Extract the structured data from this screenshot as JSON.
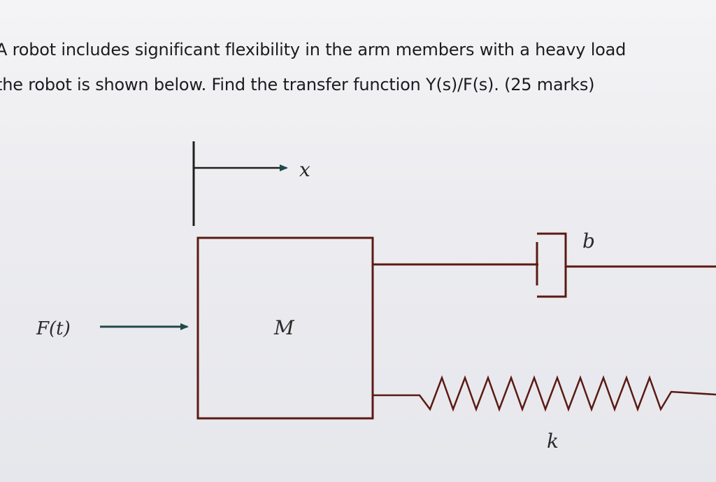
{
  "question": {
    "line1": "A robot includes significant flexibility in the arm members with a heavy load",
    "line2": "the robot is shown below.  Find the transfer function Y(s)/F(s). (25 marks)"
  },
  "diagram": {
    "labels": {
      "displacement": "x",
      "force": "F(t)",
      "mass": "M",
      "damper": "b",
      "spring": "k"
    },
    "colors": {
      "line": "#5a1a12",
      "arrow": "#1f4a4a",
      "text": "#2a2a2a"
    }
  }
}
